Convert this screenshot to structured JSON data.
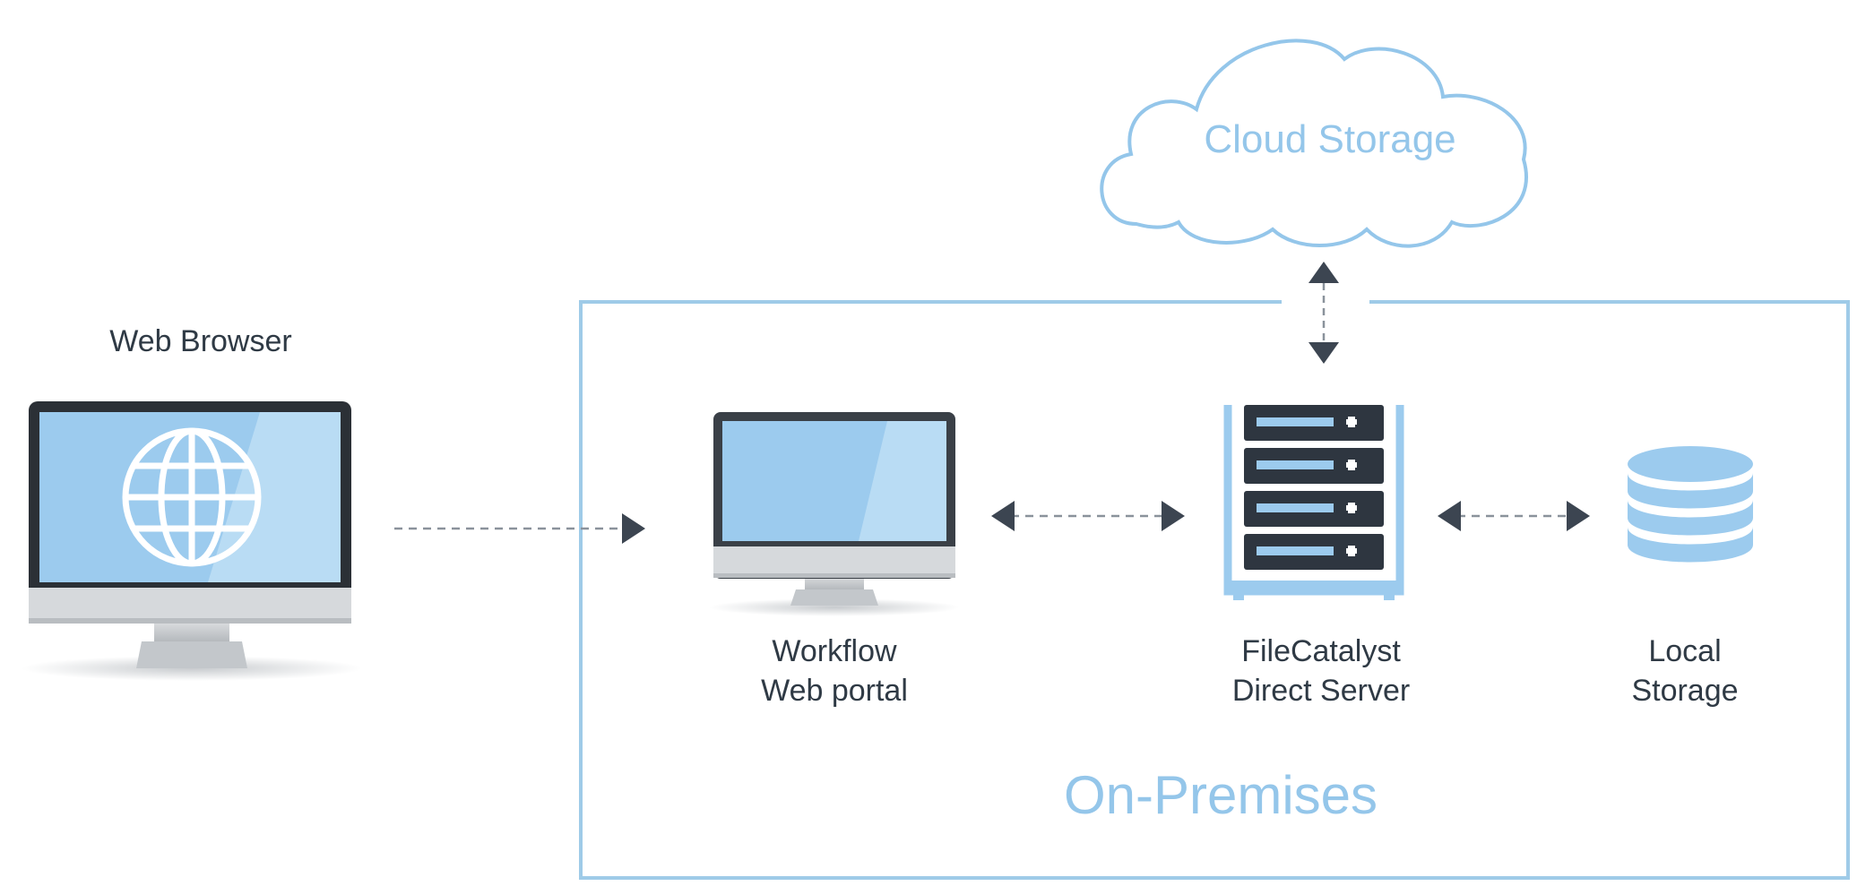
{
  "colors": {
    "frame_border": "#9fcbe8",
    "accent_light_blue": "#9ccbee",
    "label_light_blue": "#94c6ea",
    "dark_text": "#2f3a45",
    "arrow_dark": "#3c4551",
    "server_dark": "#2e3640",
    "monitor_bezel": "#2b3036",
    "monitor_stand": "#c8cbce"
  },
  "web_browser": {
    "title": "Web Browser",
    "icon": "globe-icon"
  },
  "cloud": {
    "label": "Cloud Storage",
    "icon": "cloud-icon"
  },
  "on_premises": {
    "label": "On-Premises",
    "nodes": [
      {
        "name": "workflow",
        "line1": "Workflow",
        "line2": "Web portal",
        "icon": "monitor-icon"
      },
      {
        "name": "server",
        "line1": "FileCatalyst",
        "line2": "Direct Server",
        "icon": "server-rack-icon"
      },
      {
        "name": "local",
        "line1": "Local",
        "line2": "Storage",
        "icon": "database-icon"
      }
    ]
  }
}
